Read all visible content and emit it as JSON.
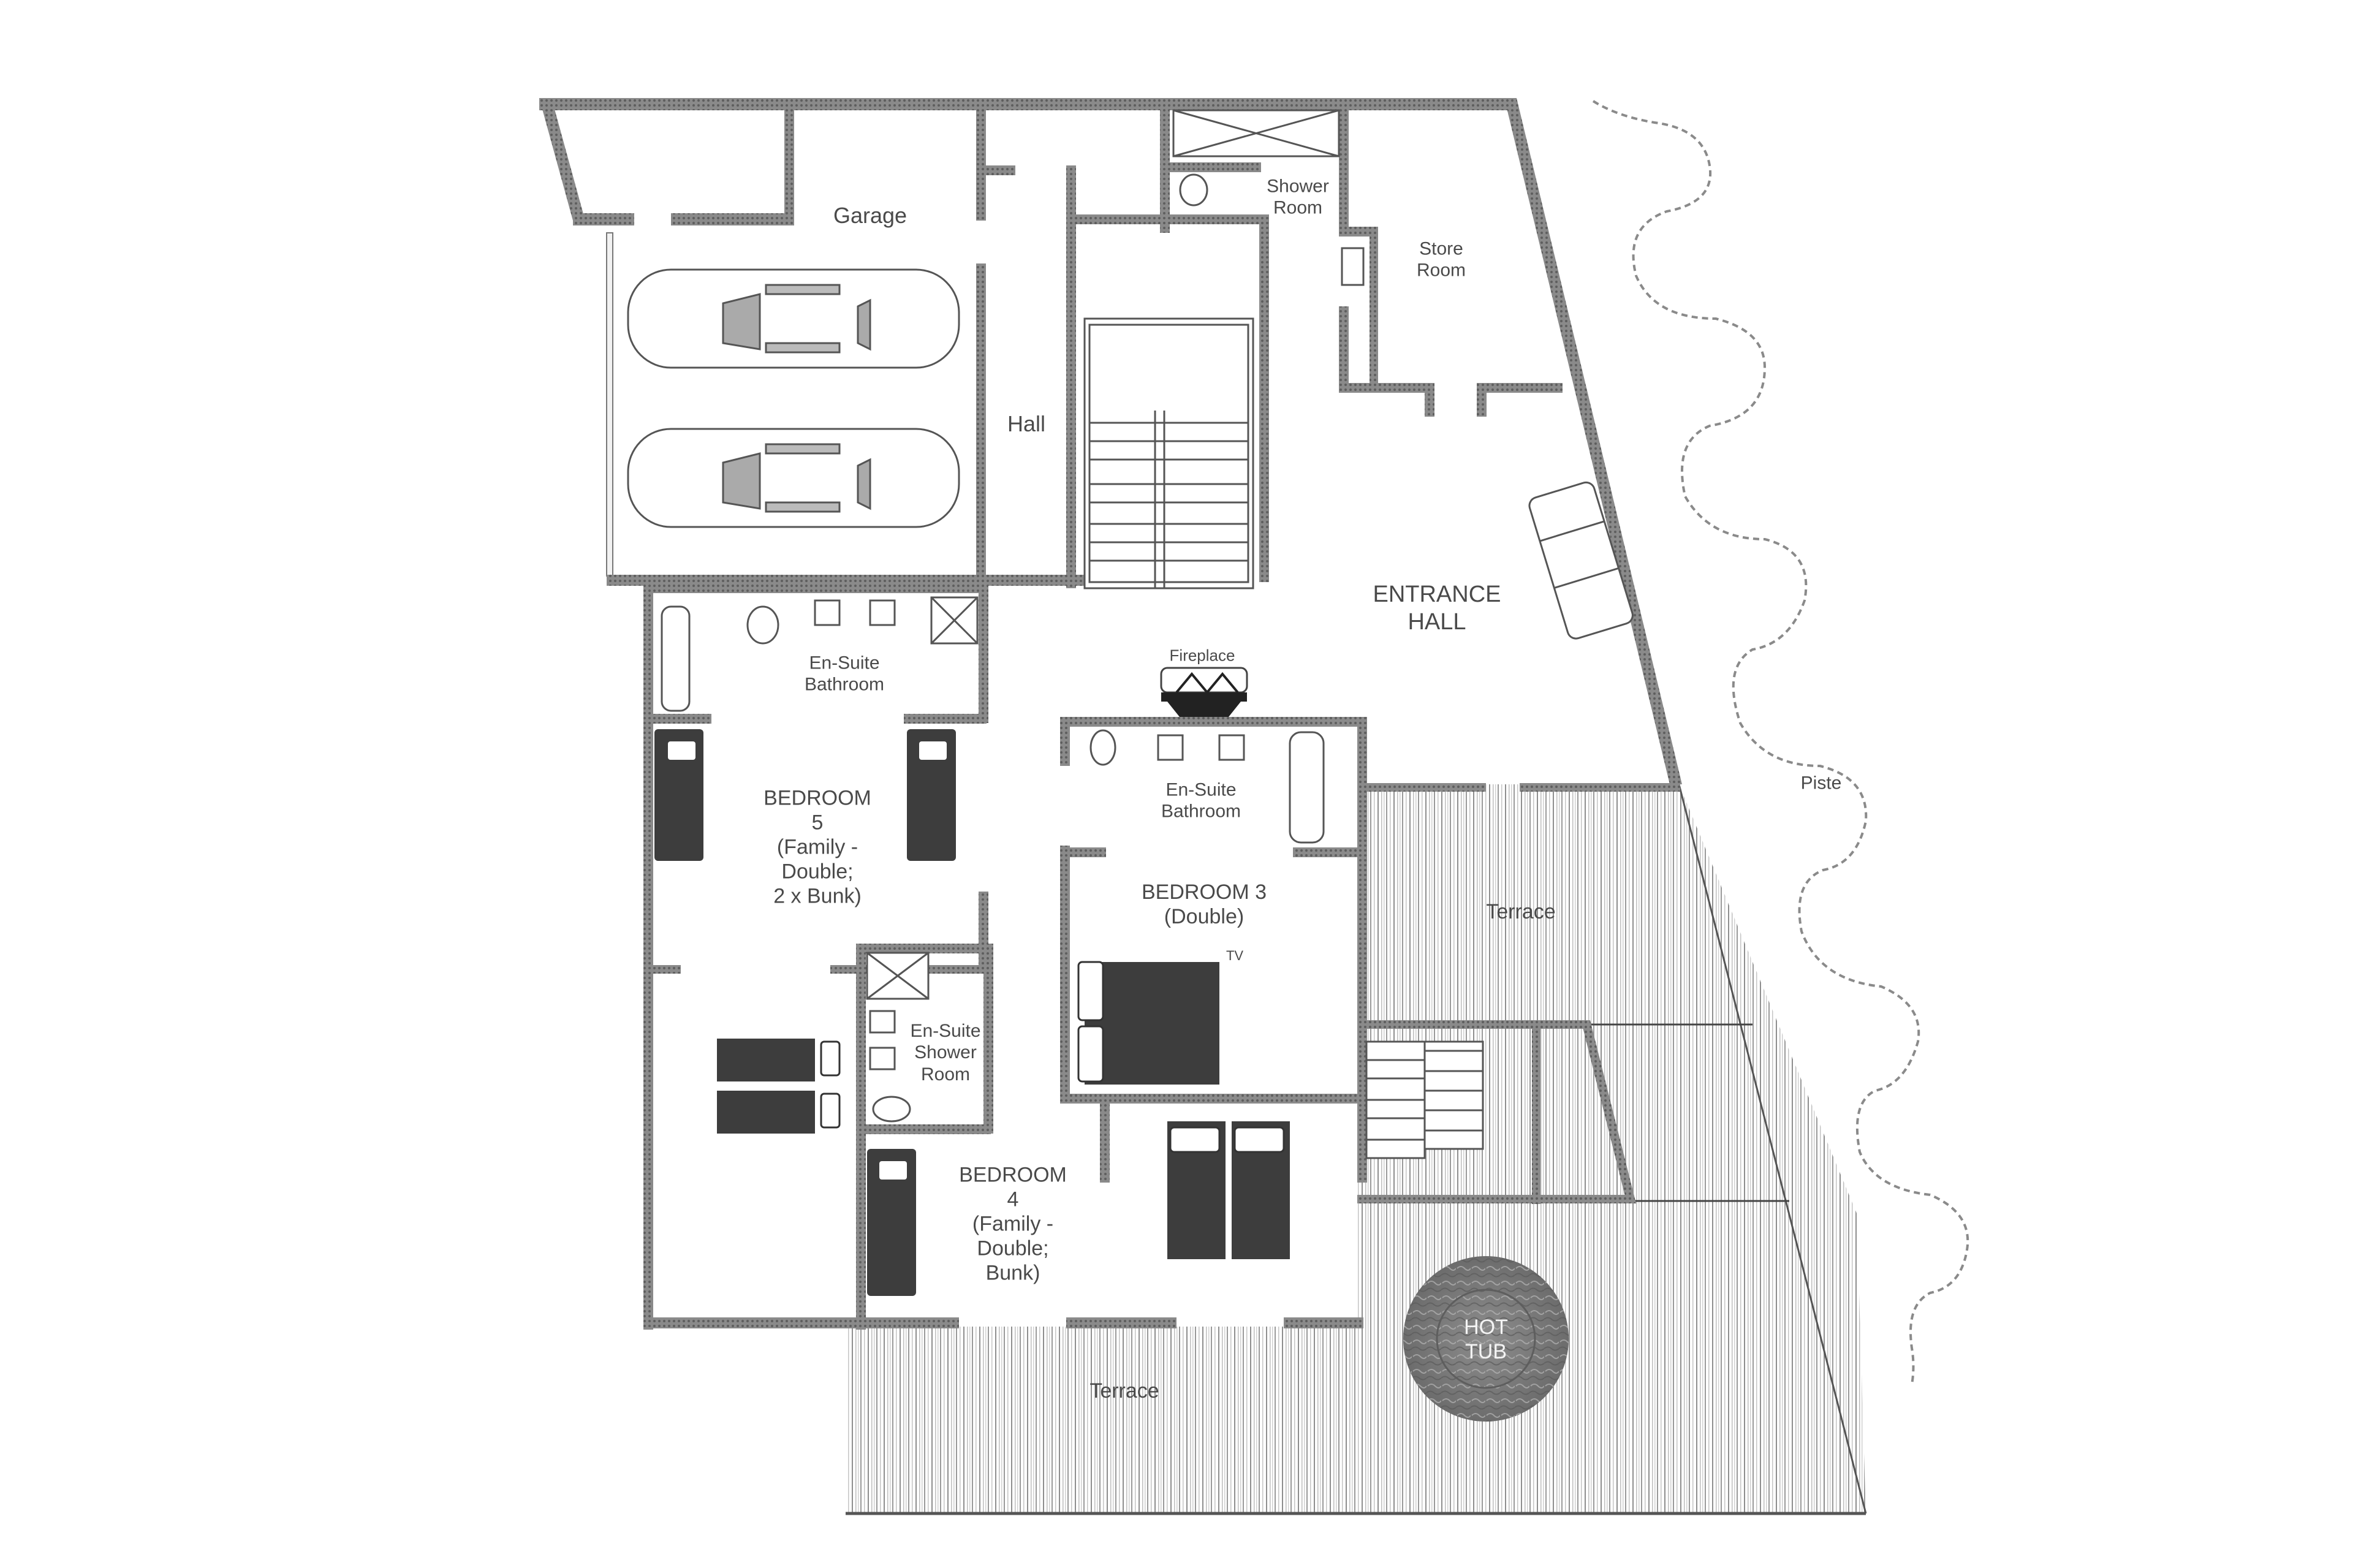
{
  "plan": {
    "type": "floor-plan",
    "colors": {
      "wall": "#7d7d7d",
      "wall_dots": "#5a5a5a",
      "furniture_dark": "#3d3d3d",
      "line": "#555555",
      "decking": "#9a9a9a",
      "text": "#4a4a4a",
      "background": "#ffffff"
    },
    "rooms": {
      "garage": "Garage",
      "hall": "Hall",
      "shower_room": {
        "line1": "Shower",
        "line2": "Room"
      },
      "store_room": {
        "line1": "Store",
        "line2": "Room"
      },
      "entrance_hall": {
        "line1": "ENTRANCE",
        "line2": "HALL"
      },
      "fireplace": "Fireplace",
      "ensuite_bathroom_left": {
        "line1": "En-Suite",
        "line2": "Bathroom"
      },
      "ensuite_bathroom_center": {
        "line1": "En-Suite",
        "line2": "Bathroom"
      },
      "bedroom5": {
        "line1": "BEDROOM",
        "line2": "5",
        "line3": "(Family -",
        "line4": "Double;",
        "line5": "2 x Bunk)"
      },
      "bedroom3": {
        "line1": "BEDROOM 3",
        "line2": "(Double)"
      },
      "tv": "TV",
      "ensuite_shower_room": {
        "line1": "En-Suite",
        "line2": "Shower",
        "line3": "Room"
      },
      "bedroom4": {
        "line1": "BEDROOM",
        "line2": "4",
        "line3": "(Family -",
        "line4": "Double;",
        "line5": "Bunk)"
      },
      "terrace_upper": "Terrace",
      "terrace_lower": "Terrace",
      "hot_tub": {
        "line1": "HOT",
        "line2": "TUB"
      },
      "piste": "Piste"
    }
  }
}
